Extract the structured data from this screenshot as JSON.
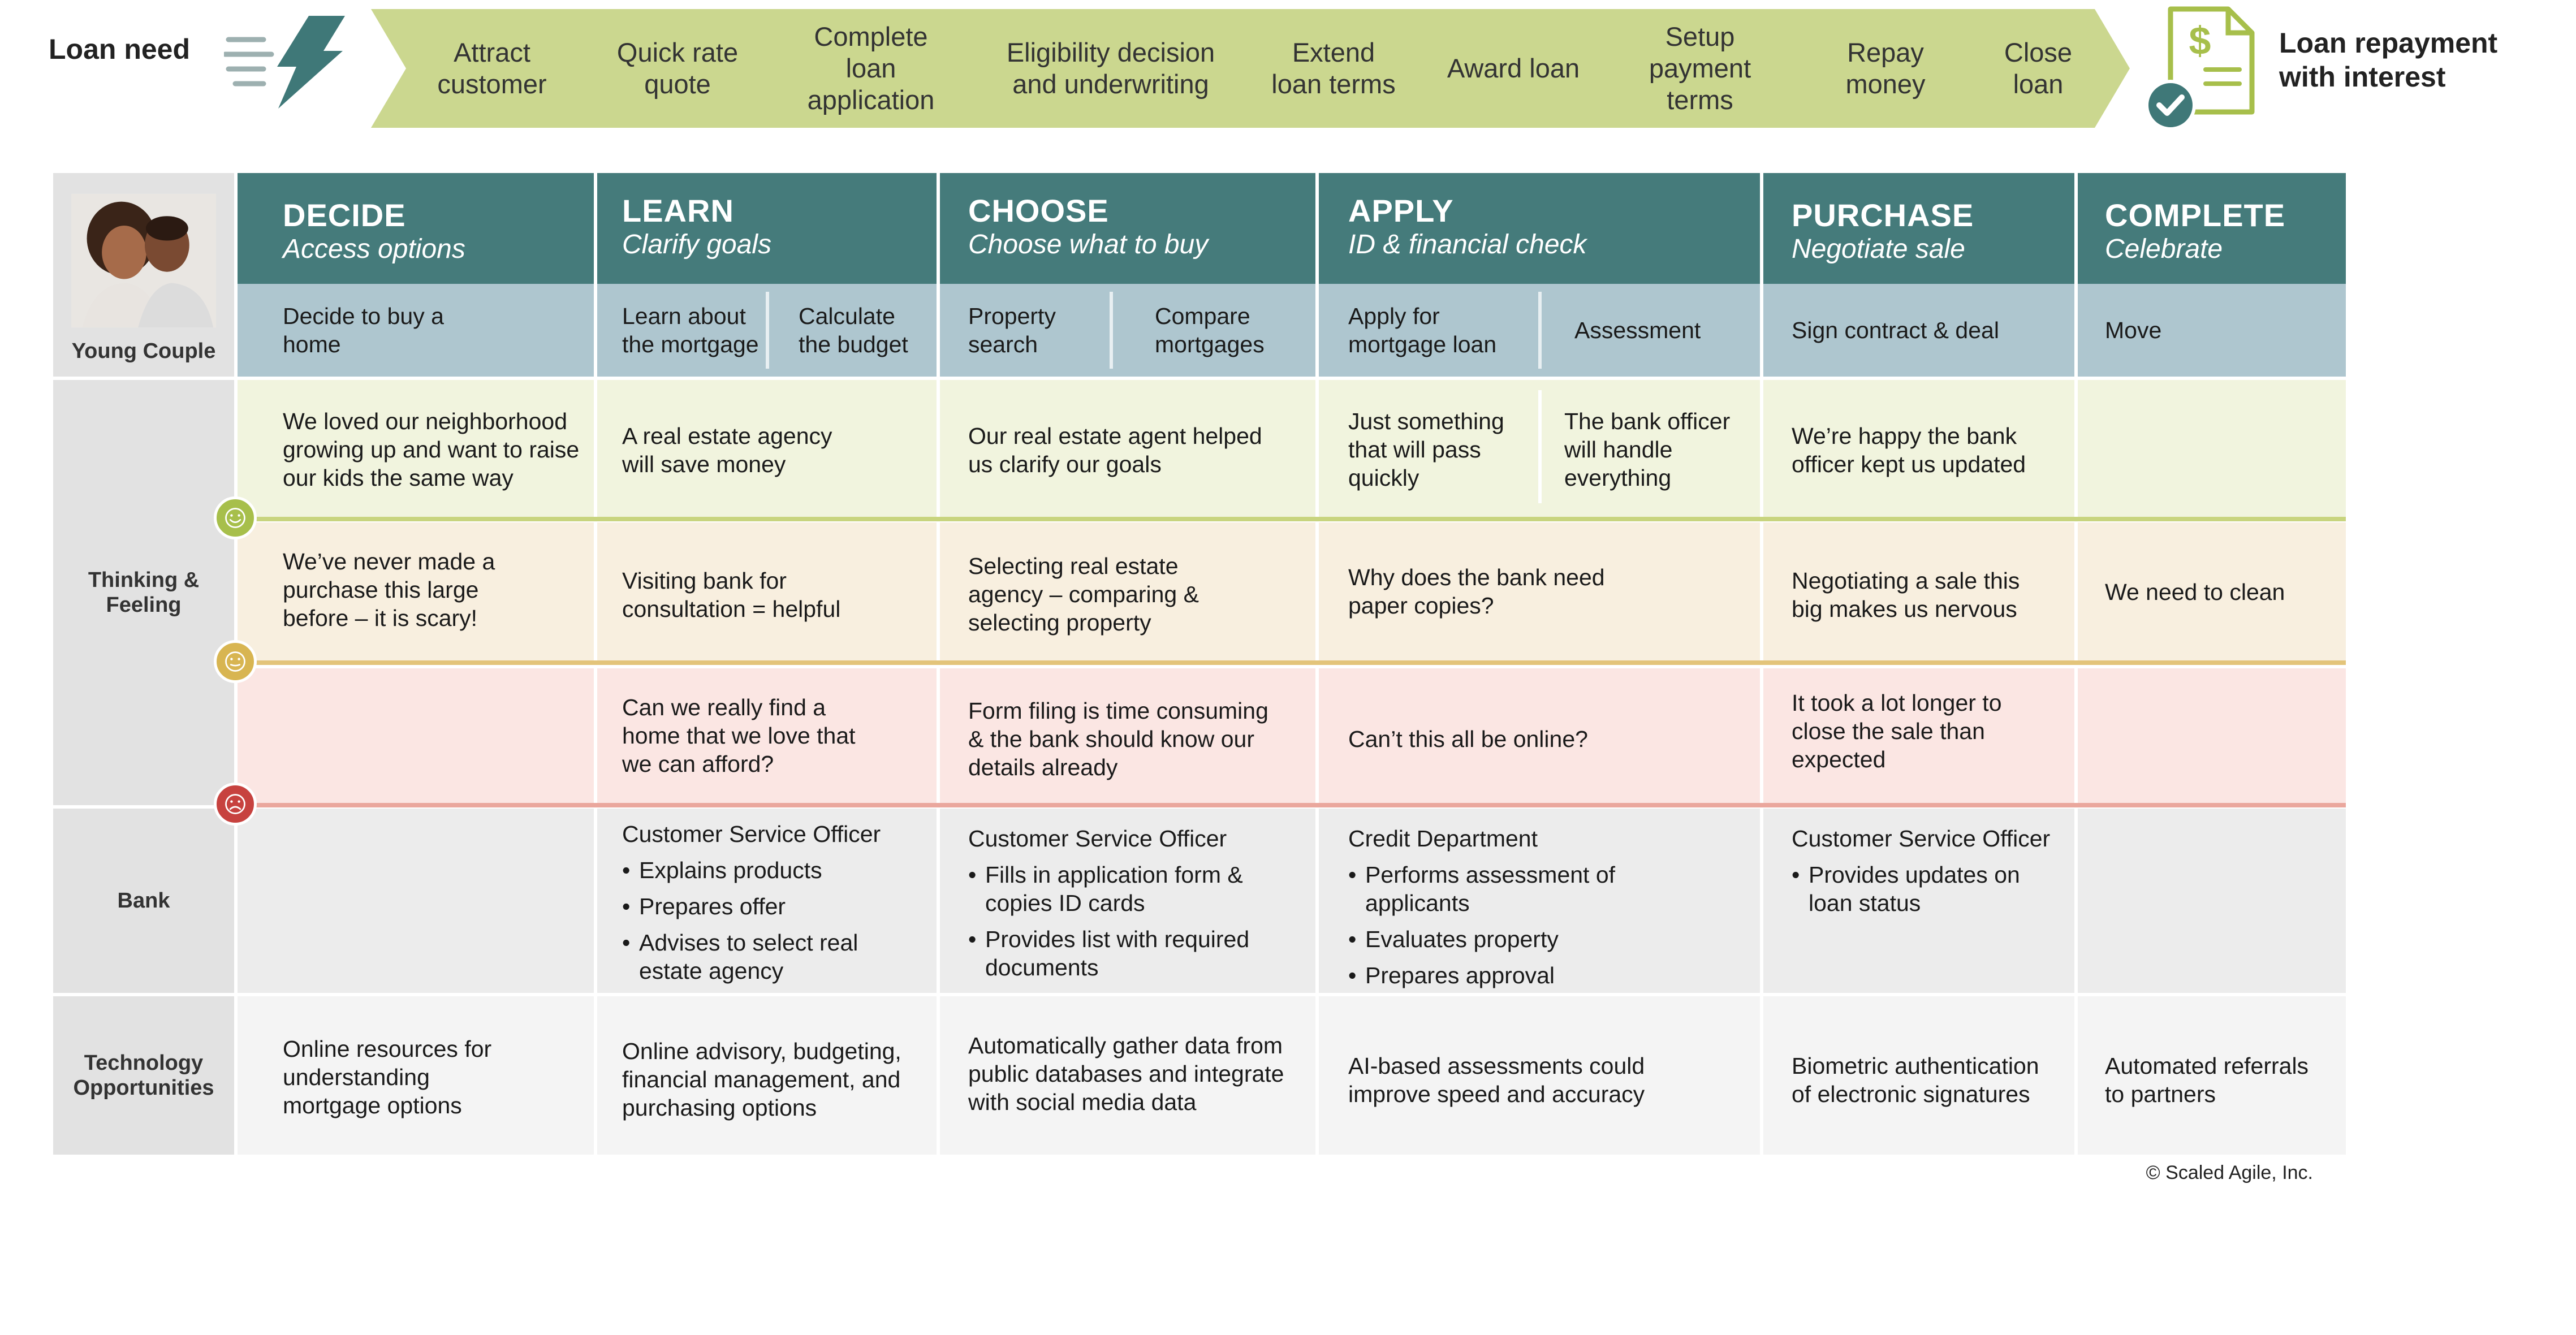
{
  "value_stream": {
    "start_label": "Loan need",
    "steps": [
      "Attract customer",
      "Quick rate quote",
      "Complete loan application",
      "Eligibility decision and underwriting",
      "Extend loan terms",
      "Award loan",
      "Setup payment terms",
      "Repay money",
      "Close loan"
    ],
    "end_label": "Loan repayment with interest",
    "start_icon": "lightning-icon",
    "end_icon": "invoice-dollar-check-icon"
  },
  "persona": {
    "name": "Young Couple",
    "photo_icon": "couple-photo"
  },
  "stages": [
    {
      "title": "DECIDE",
      "subtitle": "Access options"
    },
    {
      "title": "LEARN",
      "subtitle": "Clarify goals"
    },
    {
      "title": "CHOOSE",
      "subtitle": "Choose what to buy"
    },
    {
      "title": "APPLY",
      "subtitle": "ID & financial check"
    },
    {
      "title": "PURCHASE",
      "subtitle": "Negotiate sale"
    },
    {
      "title": "COMPLETE",
      "subtitle": "Celebrate"
    }
  ],
  "steps": [
    "Decide to buy a home",
    "Learn about the mortgage",
    "Calculate the budget",
    "Property search",
    "Compare mortgages",
    "Apply for mortgage loan",
    "Assessment",
    "Sign contract & deal",
    "Move"
  ],
  "row_labels": {
    "thinking": "Thinking & Feeling",
    "bank": "Bank",
    "tech": "Technology Opportunities"
  },
  "feelings": {
    "positive": [
      "We loved our neighborhood growing up and want to raise our kids the same way",
      "A real estate agency will save money",
      "Our real estate agent helped us clarify our goals",
      "Just something that will pass quickly",
      "The bank officer will handle everything",
      "We’re happy the bank officer kept us updated"
    ],
    "neutral": [
      "We’ve never made a purchase this large before – it is scary!",
      "Visiting bank for consultation = helpful",
      "Selecting real estate agency – comparing & selecting property",
      "Why does the bank need paper copies?",
      "Negotiating a sale this big makes us nervous",
      "We need to clean"
    ],
    "negative": [
      "Can we really find a home that we love that we can afford?",
      "Form filing is time consuming & the bank should know our details already",
      "Can’t this all be online?",
      "It took a lot longer to close the sale than expected"
    ],
    "colors": {
      "positive": "#a7bf4b",
      "neutral": "#d8b551",
      "negative": "#c7423f"
    }
  },
  "bank": [
    {
      "title": "Customer Service Officer",
      "items": [
        "Explains products",
        "Prepares offer",
        "Advises to select real estate agency"
      ]
    },
    {
      "title": "Customer Service Officer",
      "items": [
        "Fills in application form & copies ID cards",
        "Provides list with required documents"
      ]
    },
    {
      "title": "Credit Department",
      "items": [
        "Performs assessment of applicants",
        "Evaluates property",
        "Prepares approval"
      ]
    },
    {
      "title": "Customer Service Officer",
      "items": [
        "Provides updates on loan status"
      ]
    }
  ],
  "tech": [
    "Online resources for understanding mortgage options",
    "Online advisory, budgeting, financial management, and purchasing options",
    "Automatically gather data from public databases and integrate with social media data",
    "AI-based assessments could improve speed and accuracy",
    "Biometric authentication of electronic signatures",
    "Automated referrals to partners"
  ],
  "copyright": "© Scaled Agile, Inc.",
  "colors": {
    "chevron": "#cbd78f",
    "stage_header": "#457b7b",
    "step_row": "#aec6cf",
    "icon_teal": "#3f7878"
  }
}
